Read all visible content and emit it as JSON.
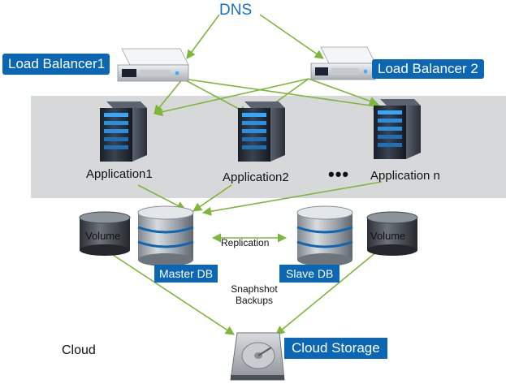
{
  "diagram": {
    "dns_label": "DNS",
    "load_balancers": [
      "Load Balancer1",
      "Load Balancer 2"
    ],
    "applications": [
      "Application1",
      "Application2",
      "Application  n"
    ],
    "ellipsis": "•••",
    "volume_label": "Volume",
    "master_db": "Master DB",
    "slave_db": "Slave DB",
    "replication_label": "Replication",
    "snapshot_label": "Snaphshot Backups",
    "cloud_label": "Cloud",
    "cloud_storage": "Cloud Storage"
  },
  "colors": {
    "accent_blue": "#0b66b4",
    "dns_blue": "#1c6fc1",
    "connector_green": "#7db73a",
    "band_gray": "#d7d8da"
  }
}
